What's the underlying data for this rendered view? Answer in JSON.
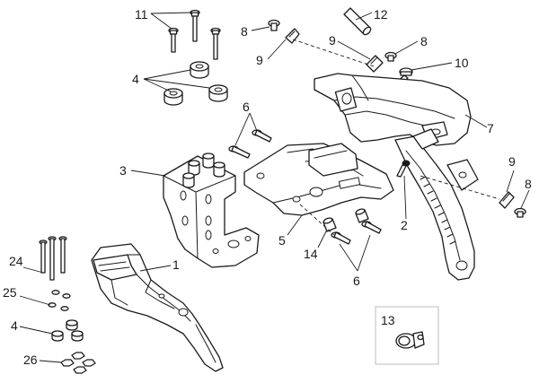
{
  "diagram": {
    "callouts": [
      {
        "id": "c11a",
        "text": "11"
      },
      {
        "id": "c12",
        "text": "12"
      },
      {
        "id": "c8a",
        "text": "8"
      },
      {
        "id": "c9a",
        "text": "9"
      },
      {
        "id": "c9b",
        "text": "9"
      },
      {
        "id": "c8b",
        "text": "8"
      },
      {
        "id": "c10",
        "text": "10"
      },
      {
        "id": "c4a",
        "text": "4"
      },
      {
        "id": "c6a",
        "text": "6"
      },
      {
        "id": "c7",
        "text": "7"
      },
      {
        "id": "c3",
        "text": "3"
      },
      {
        "id": "c9c",
        "text": "9"
      },
      {
        "id": "c8c",
        "text": "8"
      },
      {
        "id": "c2",
        "text": "2"
      },
      {
        "id": "c5",
        "text": "5"
      },
      {
        "id": "c14",
        "text": "14"
      },
      {
        "id": "c6b",
        "text": "6"
      },
      {
        "id": "c24",
        "text": "24"
      },
      {
        "id": "c1",
        "text": "1"
      },
      {
        "id": "c25",
        "text": "25"
      },
      {
        "id": "c4b",
        "text": "4"
      },
      {
        "id": "c13",
        "text": "13"
      },
      {
        "id": "c26",
        "text": "26"
      }
    ]
  }
}
